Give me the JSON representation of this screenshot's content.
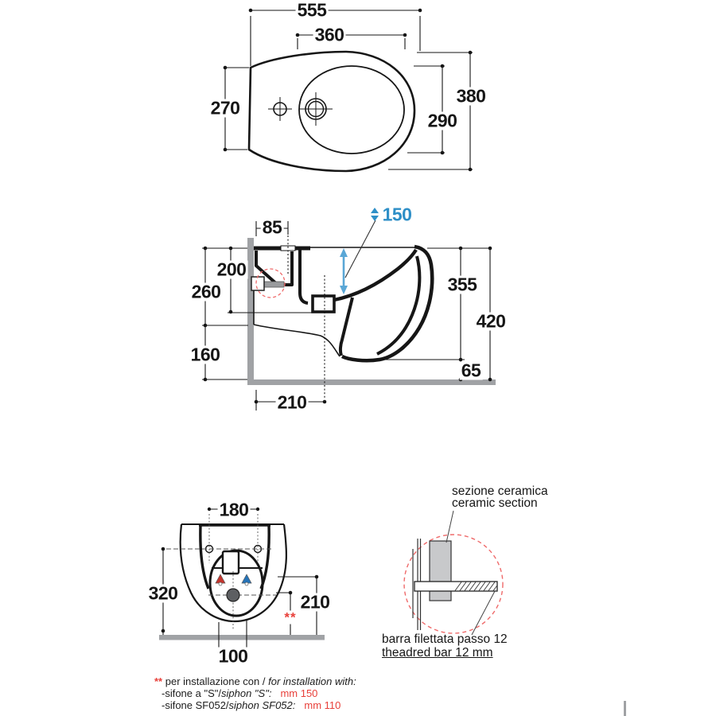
{
  "top_view": {
    "width_overall": "555",
    "width_taphole_centres": "360",
    "depth_left_edge": "270",
    "depth_overall": "380",
    "depth_basin": "290"
  },
  "side_view": {
    "wall_to_taphole": "85",
    "water_jet_height": "150",
    "rim_to_outlet": "200",
    "rim_to_underside": "260",
    "underside_to_floor": "160",
    "wall_to_outlet": "210",
    "underside_height": "355",
    "total_height": "420",
    "bottom_clearance": "65"
  },
  "rear_view": {
    "fixing_centres": "180",
    "fixing_height": "320",
    "inlet_height": "210",
    "outlet_width": "100",
    "note_marker": "**"
  },
  "detail_view": {
    "section_label_it": "sezione ceramica",
    "section_label_en": "ceramic section",
    "bar_label_it": "barra filettata passo 12",
    "bar_label_en": "theadred bar 12 mm"
  },
  "footnote": {
    "marker": "**",
    "intro_it": "per installazione con /",
    "intro_en": "for installation with:",
    "row1_label_it": "-sifone a \"S\"/",
    "row1_label_en": "siphon \"S\":",
    "row1_value": "mm 150",
    "row2_label_it": "-sifone SF052/",
    "row2_label_en": "siphon SF052:",
    "row2_value": "mm 110"
  },
  "colors": {
    "line_black": "#161616",
    "dimension_blue": "#2e8fc7",
    "note_red": "#e8403a",
    "detail_circle_red": "#ef6a6a",
    "hot_water_red": "#c5342c",
    "cold_water_blue": "#2573b8",
    "wall_gray": "#a0a2a5",
    "ceramic_gray": "#c8c9cb"
  }
}
